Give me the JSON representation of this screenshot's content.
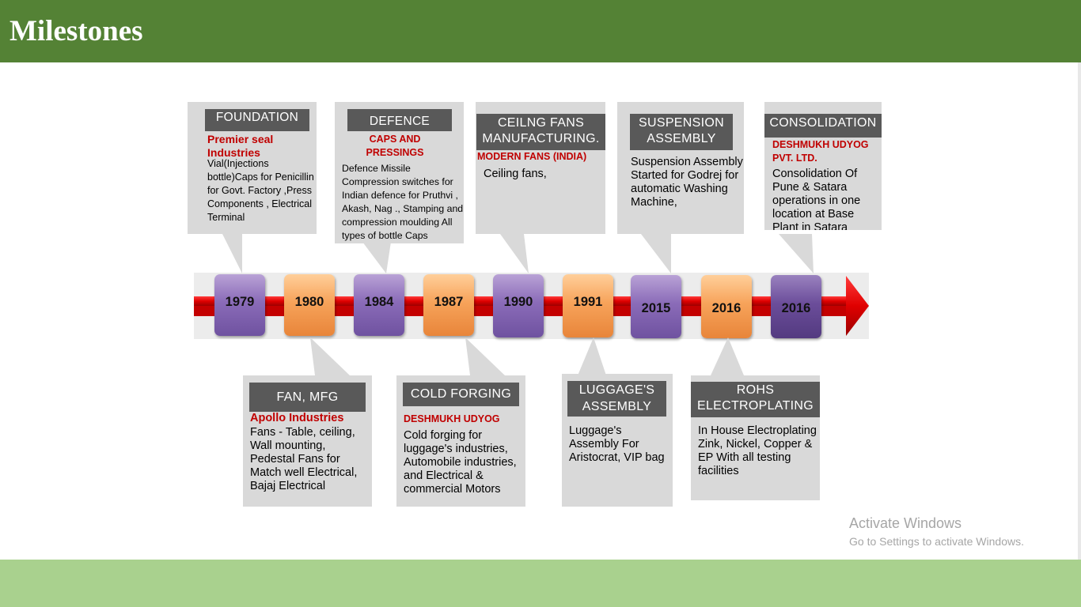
{
  "header": {
    "title": "Milestones"
  },
  "colors": {
    "header_bg": "#548235",
    "footer_bg": "#a9d18e",
    "card_bg": "#d9d9d9",
    "card_head_bg": "#595959",
    "company_red": "#c00000",
    "arrow_red": "#e00000",
    "node_purple": "#8a6bb8",
    "node_orange": "#f7a35a"
  },
  "timeline": {
    "years": [
      "1979",
      "1980",
      "1984",
      "1987",
      "1990",
      "1991",
      "2015",
      "2016",
      "2016"
    ]
  },
  "top_cards": [
    {
      "heading": "FOUNDATION",
      "company": "Premier seal Industries",
      "description": "Vial(Injections bottle)Caps for Penicillin for Govt. Factory ,Press Components , Electrical Terminal"
    },
    {
      "heading": "DEFENCE",
      "company": "CAPS AND PRESSINGS",
      "description": "Defence Missile Compression switches for Indian defence for Pruthvi , Akash, Nag ., Stamping and compression moulding All types of bottle Caps"
    },
    {
      "heading": "CEILNG  FANS MANUFACTURING.",
      "company": "MODERN FANS (INDIA)",
      "description": "Ceiling fans,"
    },
    {
      "heading": "SUSPENSION ASSEMBLY",
      "company": "",
      "description": "Suspension Assembly Started for  Godrej  for automatic Washing Machine,"
    },
    {
      "heading": "CONSOLIDATION",
      "company": "DESHMUKH UDYOG PVT. LTD.",
      "description": "Consolidation Of Pune & Satara operations in one location at Base Plant in     Satara"
    }
  ],
  "bottom_cards": [
    {
      "heading": "FAN, MFG",
      "company": "Apollo Industries",
      "description": "Fans - Table, ceiling, Wall mounting, Pedestal Fans for Match well Electrical, Bajaj Electrical"
    },
    {
      "heading": "COLD  FORGING",
      "company": "DESHMUKH UDYOG",
      "description": "Cold forging for luggage's industries, Automobile industries, and Electrical & commercial Motors"
    },
    {
      "heading": "LUGGAGE'S ASSEMBLY",
      "company": "",
      "description": "Luggage's Assembly  For Aristocrat, VIP bag"
    },
    {
      "heading": "ROHS ELECTROPLATING",
      "company": "",
      "description": "In House Electroplating Zink, Nickel, Copper & EP With all testing facilities"
    }
  ],
  "watermark": {
    "title": "Activate Windows",
    "subtitle": "Go to Settings to activate Windows."
  }
}
